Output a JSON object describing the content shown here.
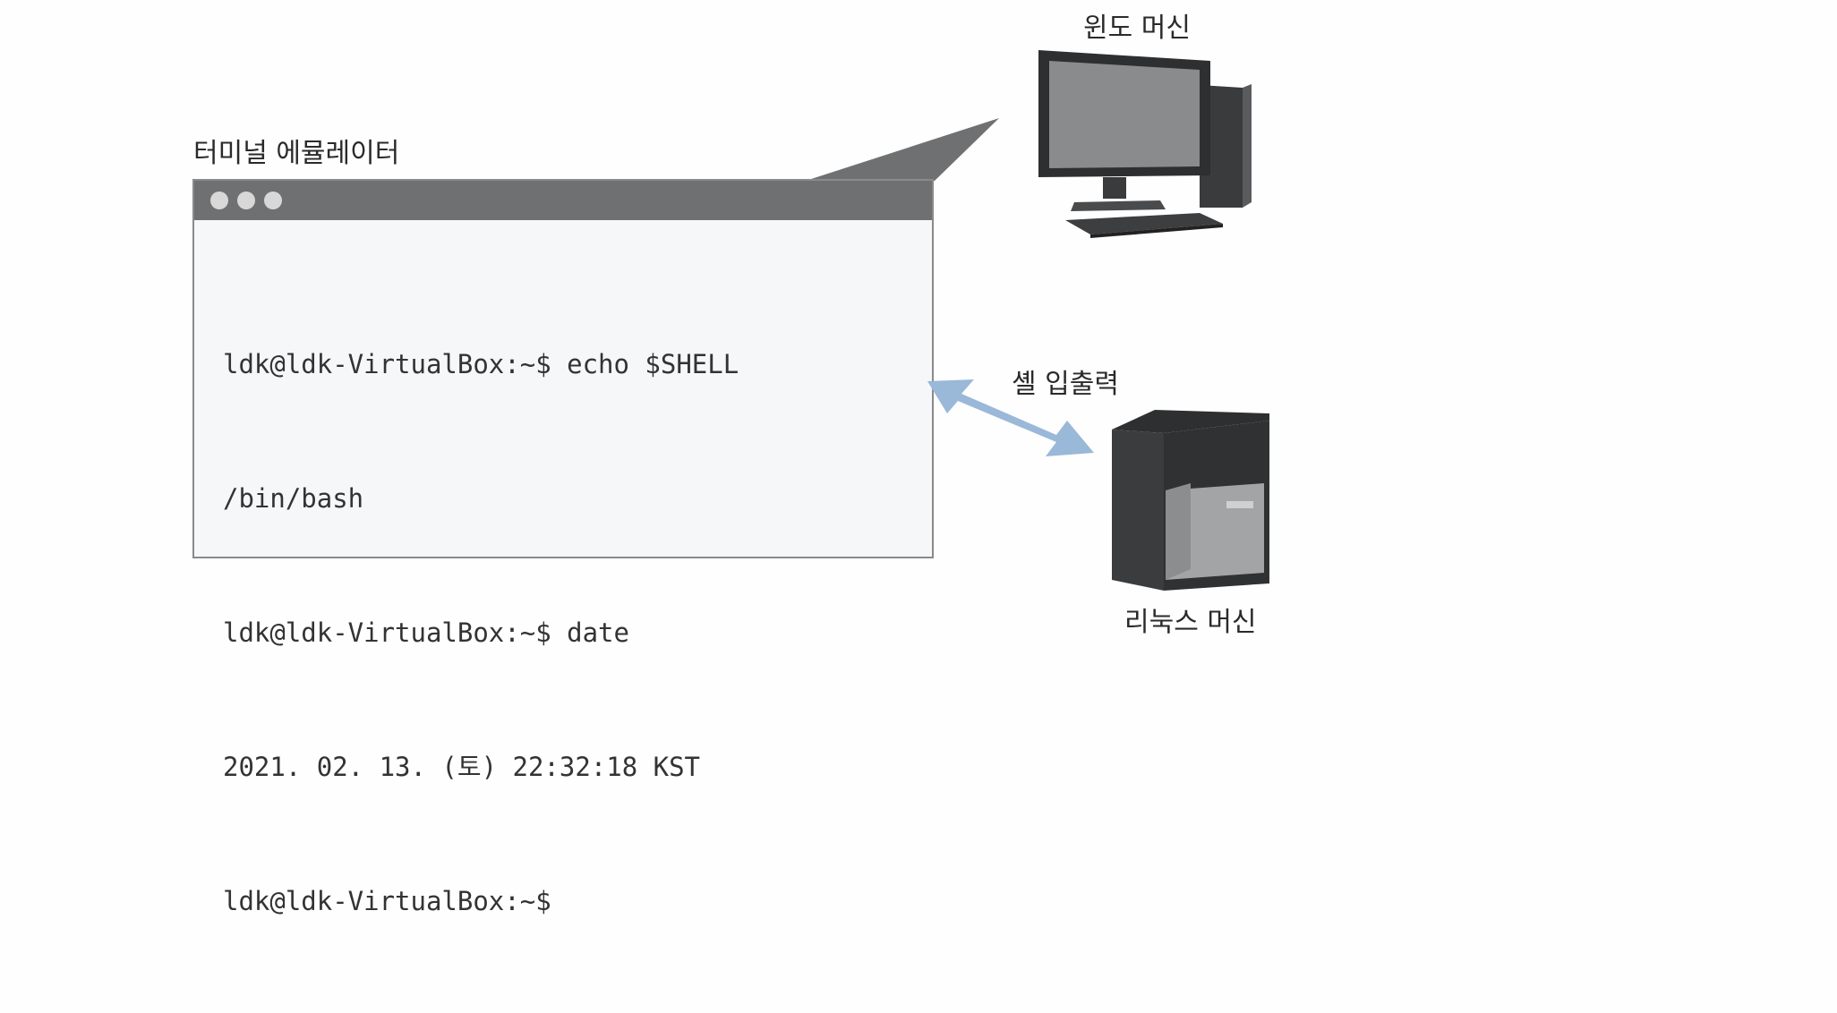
{
  "labels": {
    "terminal_emulator": "터미널 에뮬레이터",
    "windows_machine": "윈도 머신",
    "linux_machine": "리눅스 머신",
    "shell_io": "셸 입출력"
  },
  "terminal": {
    "lines": [
      "ldk@ldk-VirtualBox:~$ echo $SHELL",
      "/bin/bash",
      "ldk@ldk-VirtualBox:~$ date",
      "2021. 02. 13. (토) 22:32:18 KST",
      "ldk@ldk-VirtualBox:~$"
    ]
  },
  "icons": {
    "windows_machine": "desktop-monitor-icon",
    "linux_machine": "tower-server-icon",
    "connection": "double-arrow-icon"
  },
  "colors": {
    "titlebar": "#6f7072",
    "arrow": "#9ab8d8",
    "terminal_bg": "#f5f7f8"
  }
}
